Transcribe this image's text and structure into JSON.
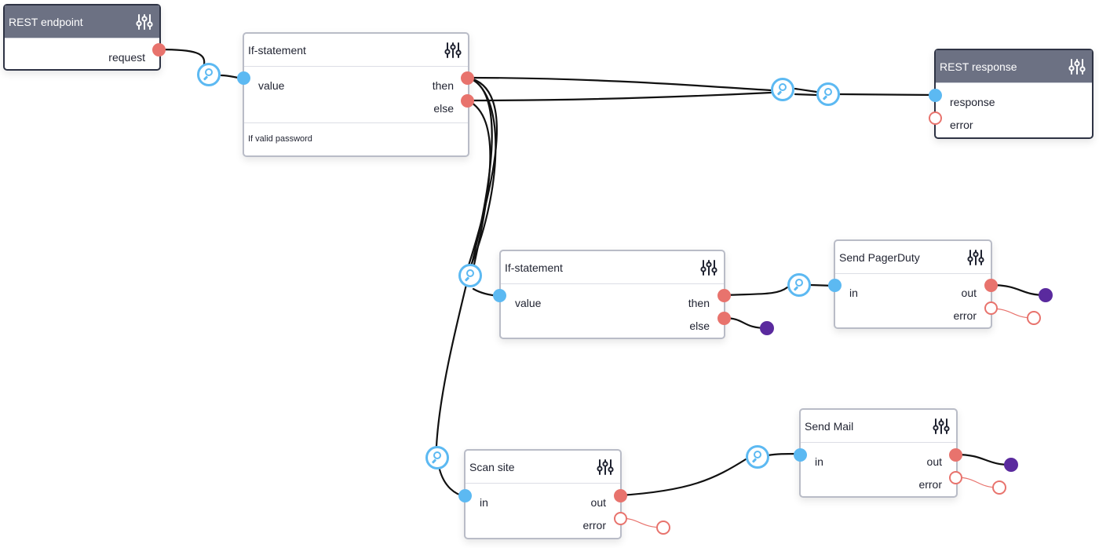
{
  "colors": {
    "input_port": "#5cb9f2",
    "output_port": "#e8736d",
    "terminal_dot": "#5a2a9e",
    "wire": "#111111",
    "error_wire": "#e8736d",
    "dark_header": "#6c7183"
  },
  "nodes": {
    "rest_endpoint": {
      "title": "REST endpoint",
      "out": "request"
    },
    "if_statement_1": {
      "title": "If-statement",
      "in": "value",
      "then": "then",
      "else": "else",
      "description": "If valid password"
    },
    "rest_response": {
      "title": "REST response",
      "in": "response",
      "error": "error"
    },
    "if_statement_2": {
      "title": "If-statement",
      "in": "value",
      "then": "then",
      "else": "else"
    },
    "send_pagerduty": {
      "title": "Send PagerDuty",
      "in": "in",
      "out": "out",
      "error": "error"
    },
    "scan_site": {
      "title": "Scan site",
      "in": "in",
      "out": "out",
      "error": "error"
    },
    "send_mail": {
      "title": "Send Mail",
      "in": "in",
      "out": "out",
      "error": "error"
    }
  },
  "icons": {
    "settings": "sliders-icon",
    "probe": "magnifier-icon"
  }
}
